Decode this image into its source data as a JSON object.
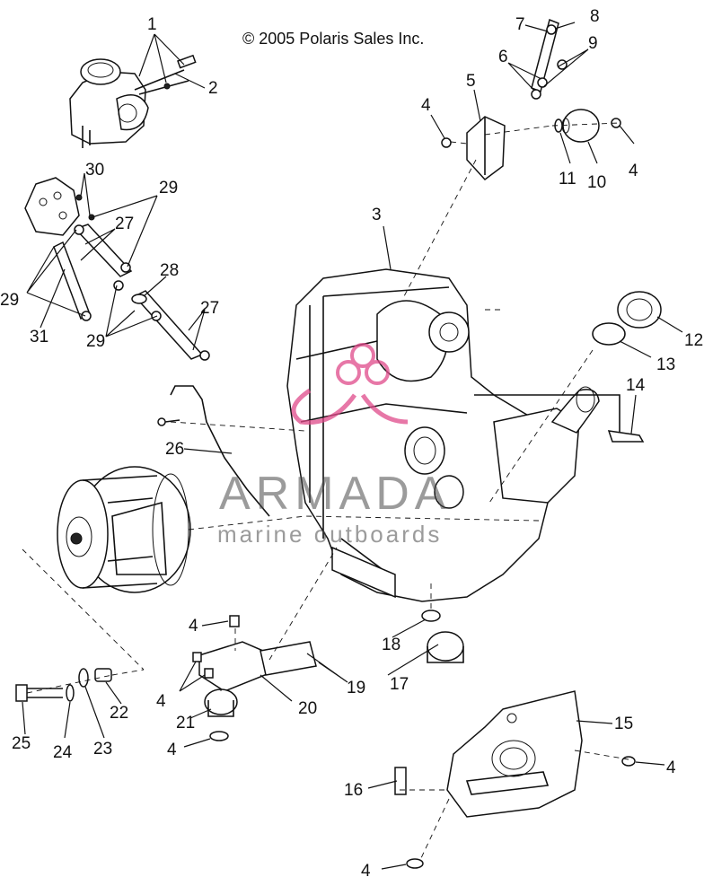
{
  "copyright": "© 2005 Polaris Sales Inc.",
  "watermark": {
    "title": "ARMADA",
    "subtitle": "marine outboards",
    "logo_color": "#e04a8a"
  },
  "callouts": [
    "1",
    "2",
    "3",
    "4",
    "4",
    "4",
    "4",
    "4",
    "4",
    "4",
    "5",
    "6",
    "7",
    "8",
    "9",
    "10",
    "11",
    "12",
    "13",
    "14",
    "15",
    "16",
    "17",
    "18",
    "19",
    "20",
    "21",
    "22",
    "23",
    "24",
    "25",
    "26",
    "27",
    "27",
    "28",
    "29",
    "29",
    "29",
    "30",
    "31"
  ]
}
